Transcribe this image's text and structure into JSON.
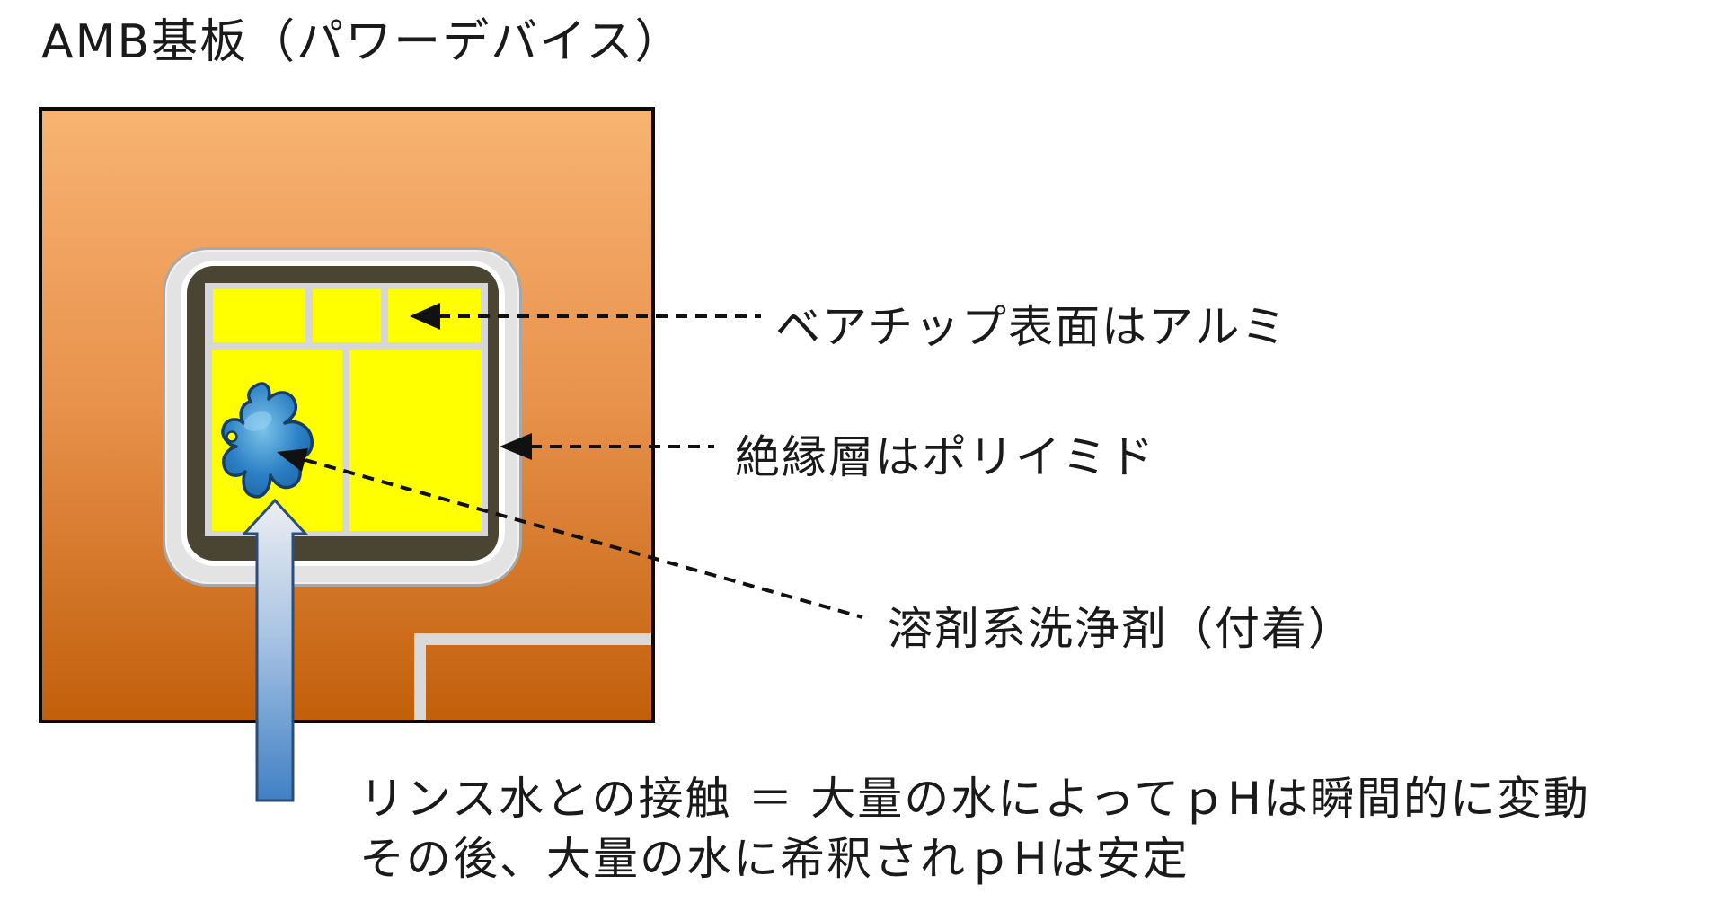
{
  "title": "AMB基板（パワーデバイス）",
  "labels": {
    "chip_surface": "ベアチップ表面はアルミ",
    "insulation": "絶縁層はポリイミド",
    "solvent": "溶剤系洗浄剤（付着）"
  },
  "caption": {
    "line1": "リンス水との接触 ＝ 大量の水によってｐHは瞬間的に変動",
    "line2": "その後、大量の水に希釈されｐHは安定"
  },
  "colors": {
    "substrate_top": "#F8B372",
    "substrate_bottom": "#C25F0B",
    "substrate_border": "#0A0A0A",
    "package_fill": "#E3E3E3",
    "package_border": "#A8A8A8",
    "package_ring": "#FFFFFF",
    "die_attach": "#4A4433",
    "pad_panel": "#D6D6D6",
    "pad_yellow": "#FFFF00",
    "trace_gray": "#D9D9D9",
    "splat_dark": "#173F66",
    "splat_mid": "#2B7FC4",
    "splat_light": "#7CC4EA",
    "arrow_top": "#EDEEF2",
    "arrow_bottom": "#4080C4",
    "arrow_border": "#2C4D77",
    "annotation": "#111111",
    "text": "#1A1A1A"
  }
}
